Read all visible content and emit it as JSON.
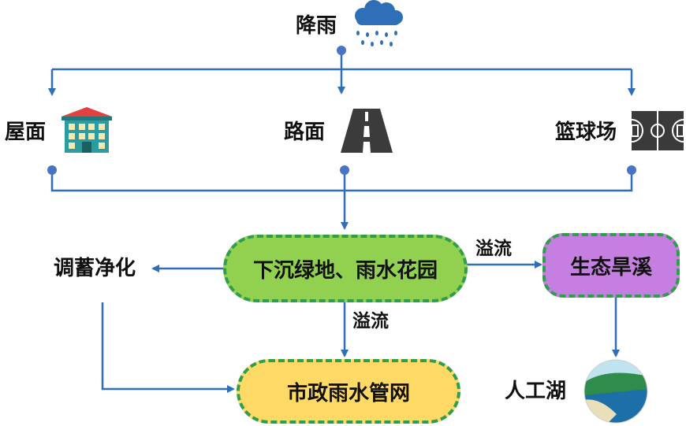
{
  "source": {
    "label": "降雨",
    "icon": "rain-cloud-icon"
  },
  "surfaces": [
    {
      "label": "屋面",
      "icon": "building-icon"
    },
    {
      "label": "路面",
      "icon": "road-icon"
    },
    {
      "label": "篮球场",
      "icon": "basketball-court-icon"
    }
  ],
  "nodes": {
    "bioretention": "下沉绿地、雨水花园",
    "purification": "调蓄净化",
    "eco_stream": "生态旱溪",
    "municipal": "市政雨水管网",
    "lake": "人工湖"
  },
  "edge_labels": {
    "overflow_right": "溢流",
    "overflow_down": "溢流"
  },
  "colors": {
    "arrow": "#2f6fb8",
    "dot": "#4a73c4",
    "dash_border": "#2e9e4c",
    "bioretention_fill": "#92d050",
    "eco_stream_fill": "#c47fe0",
    "municipal_fill": "#ffd966"
  }
}
